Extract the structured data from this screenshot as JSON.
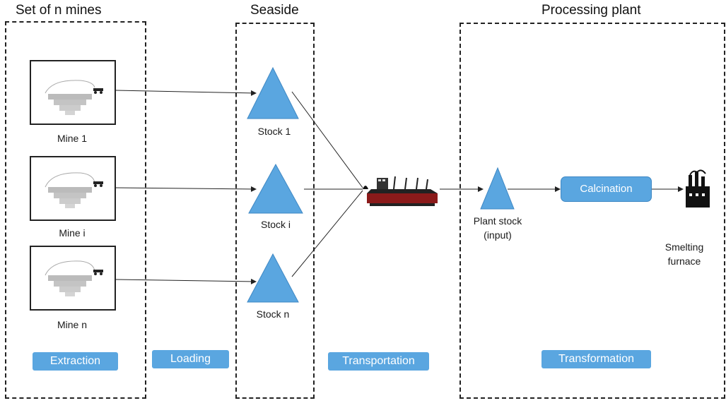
{
  "titles": {
    "mines": "Set of n mines",
    "seaside": "Seaside",
    "plant": "Processing plant"
  },
  "mines": [
    {
      "label": "Mine 1"
    },
    {
      "label": "Mine i"
    },
    {
      "label": "Mine n"
    }
  ],
  "stocks": [
    {
      "label": "Stock 1"
    },
    {
      "label": "Stock i"
    },
    {
      "label": "Stock n"
    }
  ],
  "plant_stock": {
    "line1": "Plant stock",
    "line2": "(input)"
  },
  "calcination": "Calcination",
  "furnace": {
    "line1": "Smelting",
    "line2": "furnace"
  },
  "stages": {
    "extraction": "Extraction",
    "loading": "Loading",
    "transportation": "Transportation",
    "transformation": "Transformation"
  },
  "colors": {
    "accent": "#5aa6e0",
    "ship_hull": "#8b1a1a",
    "line": "#222222"
  },
  "icons": {
    "mine": "open-pit-mine-icon",
    "ship": "cargo-ship-icon",
    "furnace": "factory-icon"
  }
}
